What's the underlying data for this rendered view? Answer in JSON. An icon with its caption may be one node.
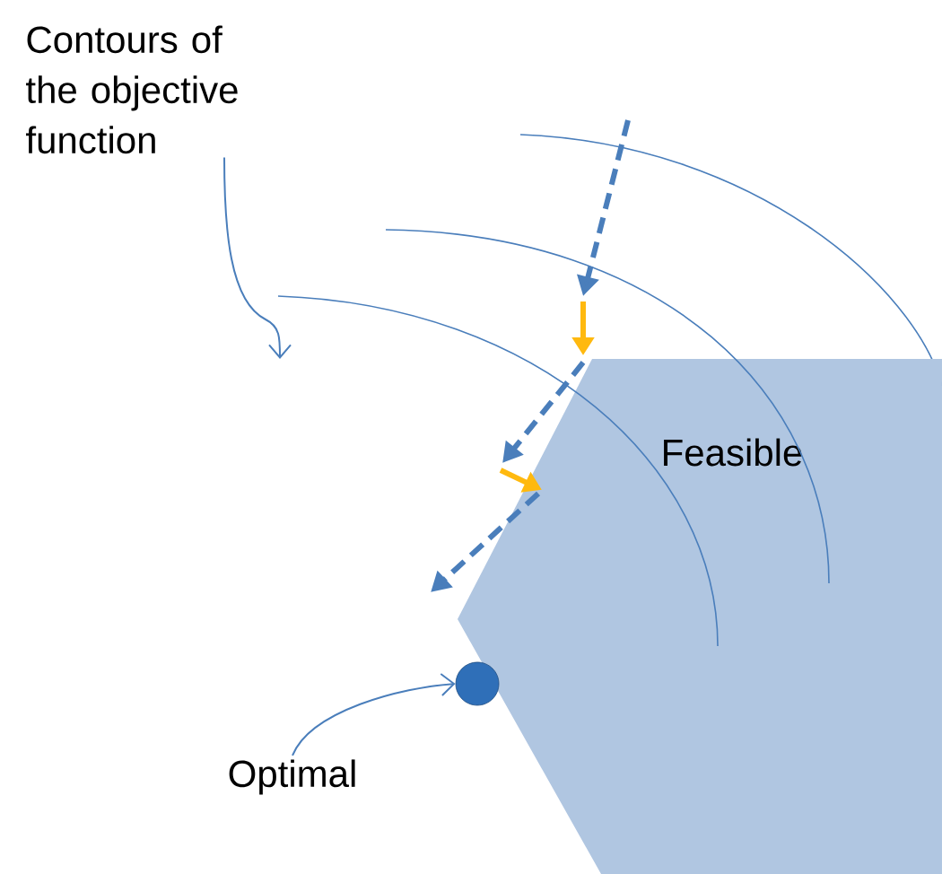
{
  "diagram": {
    "nodes": [
      {
        "text": [
          "Contours of the objective function"
        ]
      },
      {
        "text": [
          "Feasible"
        ]
      },
      {
        "text": [
          "Optimal"
        ]
      },
      {
        "text": [],
        "shape": "circle"
      }
    ],
    "edges": [
      {
        "from": 0,
        "to": null,
        "arrow": "to"
      },
      {
        "from": 2,
        "to": 3,
        "arrow": "to"
      }
    ]
  }
}
